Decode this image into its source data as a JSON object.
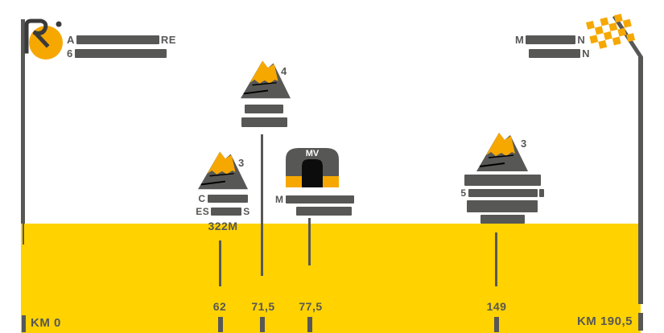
{
  "colors": {
    "band_yellow": "#FFD200",
    "accent_orange": "#F6A800",
    "dark_gray": "#575756"
  },
  "start": {
    "name_line1": {
      "prefix": "A",
      "suffix": "RE"
    },
    "name_line2": {
      "prefix": "6"
    }
  },
  "finish": {
    "name_line1": {
      "prefix": "M",
      "suffix": "N"
    },
    "name_line2": {
      "suffix": "N"
    }
  },
  "route": {
    "km_start": "KM 0",
    "km_finish": "KM 190,5",
    "markers": [
      {
        "km": "62"
      },
      {
        "km": "71,5"
      },
      {
        "km": "77,5"
      },
      {
        "km": "149"
      }
    ]
  },
  "climbs": [
    {
      "category": "3",
      "km": "62",
      "name": {
        "line1_prefix": "C",
        "line2_prefix": "ES",
        "line2_suffix": "S"
      },
      "altitude": "322M"
    },
    {
      "category": "4",
      "km": "71,5"
    },
    {
      "category": "3",
      "km": "149",
      "name": {
        "line2_prefix": "5"
      }
    }
  ],
  "intermediate_sprint": {
    "label": "MV",
    "km": "77,5",
    "name": {
      "line1_prefix": "M"
    }
  }
}
